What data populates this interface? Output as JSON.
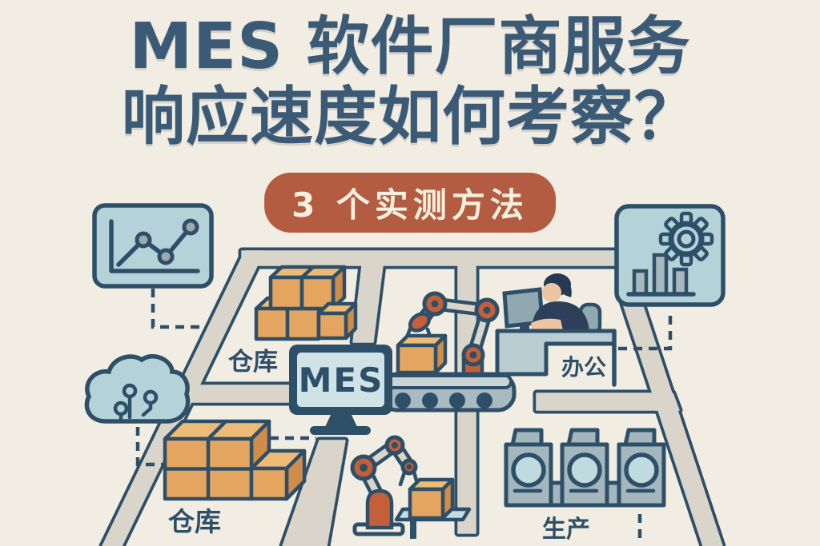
{
  "title": {
    "line1": "MES 软件厂商服务",
    "line2": "响应速度如何考察？"
  },
  "badge": {
    "label": "3 个实测方法"
  },
  "map": {
    "mes_monitor_label": "MES",
    "warehouse_top_label": "仓库",
    "warehouse_bottom_label": "仓库",
    "office_label": "办公",
    "production_label": "生产",
    "icons": [
      "line-chart-card-icon",
      "gear-analytics-card-icon",
      "cloud-circuit-icon",
      "mes-monitor-icon",
      "robot-arm-icon",
      "conveyor-belt-icon",
      "warehouse-boxes-icon",
      "office-worker-icon",
      "production-machines-icon"
    ]
  },
  "colors": {
    "bg": "#f2ede2",
    "ink": "#2e4f68",
    "title": "#3b5a76",
    "badge-bg": "#b35c41",
    "badge-text": "#f7f0df",
    "card": "#b6d2d9",
    "road": "#dad5ca",
    "box1": "#e3a55f",
    "box-top": "#eebb77",
    "box-side": "#d08c49",
    "machine": "#a3b7bd",
    "mwin": "#bfdbe0",
    "rust": "#c45f39",
    "screen": "#cfe3e7",
    "desk": "#b9cdd2",
    "chair": "#90a8b0",
    "skin": "#ecc5a2",
    "navy": "#2e4059",
    "hair": "#263852",
    "conv": "#a9bac1",
    "conv-top": "#c9d4d6",
    "dot": "#9fa9ab",
    "bar": "#a7b8be",
    "table": "#c4dde2"
  }
}
